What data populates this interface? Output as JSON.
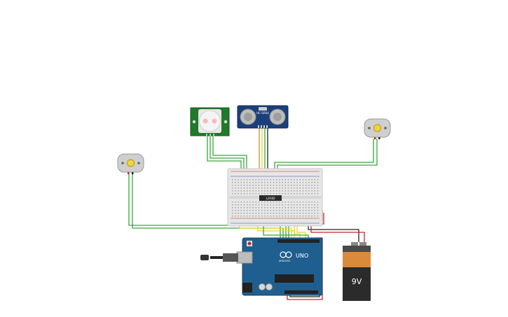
{
  "canvas": {
    "background": "#ffffff"
  },
  "components": {
    "pir_sensor": {
      "kind": "pir-motion-sensor",
      "color": "#1f7a2a"
    },
    "ultrasonic_sensor": {
      "label": "HC-SR04",
      "kind": "ultrasonic-distance-sensor",
      "color": "#1a3f7a"
    },
    "motor_left": {
      "kind": "dc-motor"
    },
    "motor_right": {
      "kind": "dc-motor"
    },
    "breadboard": {
      "kind": "breadboard-half",
      "color": "#e6e6e6"
    },
    "motor_driver_ic": {
      "label": "L293D",
      "kind": "dual-h-bridge-ic"
    },
    "arduino": {
      "logo_text": "UNO",
      "brand_text": "ARDUINO",
      "kind": "arduino-uno",
      "color": "#1f5f8f"
    },
    "battery": {
      "label": "9V",
      "kind": "9v-battery",
      "top_color": "#d98a3a",
      "body_color": "#2b2b2b"
    }
  },
  "wire_colors": {
    "green": "#3aa63a",
    "yellow": "#e8d82a",
    "red": "#c62828",
    "black": "#222222",
    "orange": "#e08a2a"
  }
}
